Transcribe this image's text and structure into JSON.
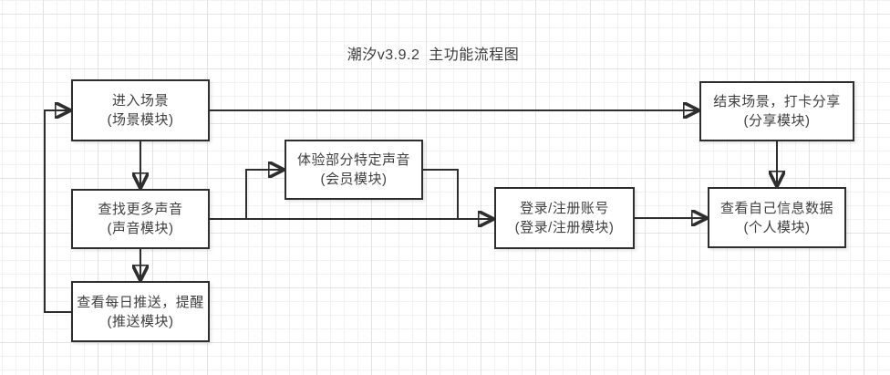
{
  "app": {
    "title": "潮汐v3.9.2  主功能流程图"
  },
  "colors": {
    "node_border": "#2e2e2e",
    "edge": "#2e2e2e",
    "text": "#404040",
    "grid_minor": "#f2f2f2",
    "grid_major": "#e3e3e3",
    "background": "#ffffff"
  },
  "nodes": {
    "enter_scene": {
      "label": "进入场景",
      "module": "(场景模块)"
    },
    "find_sounds": {
      "label": "查找更多声音",
      "module": "(声音模块)"
    },
    "daily_push": {
      "label": "查看每日推送，提醒",
      "module": "(推送模块)"
    },
    "member_sounds": {
      "label": "体验部分特定声音",
      "module": "(会员模块)"
    },
    "login_register": {
      "label": "登录/注册账号",
      "module": "(登录/注册模块)"
    },
    "end_scene": {
      "label": "结束场景，打卡分享",
      "module": "(分享模块)"
    },
    "personal_info": {
      "label": "查看自己信息数据",
      "module": "(个人模块)"
    }
  },
  "edges": [
    {
      "from": "enter_scene",
      "to": "end_scene"
    },
    {
      "from": "enter_scene",
      "to": "find_sounds"
    },
    {
      "from": "find_sounds",
      "to": "daily_push"
    },
    {
      "from": "daily_push",
      "to": "enter_scene"
    },
    {
      "from": "find_sounds",
      "to": "login_register"
    },
    {
      "from": "find_sounds",
      "to": "member_sounds"
    },
    {
      "from": "member_sounds",
      "to": "login_register"
    },
    {
      "from": "login_register",
      "to": "personal_info"
    },
    {
      "from": "end_scene",
      "to": "personal_info"
    }
  ]
}
